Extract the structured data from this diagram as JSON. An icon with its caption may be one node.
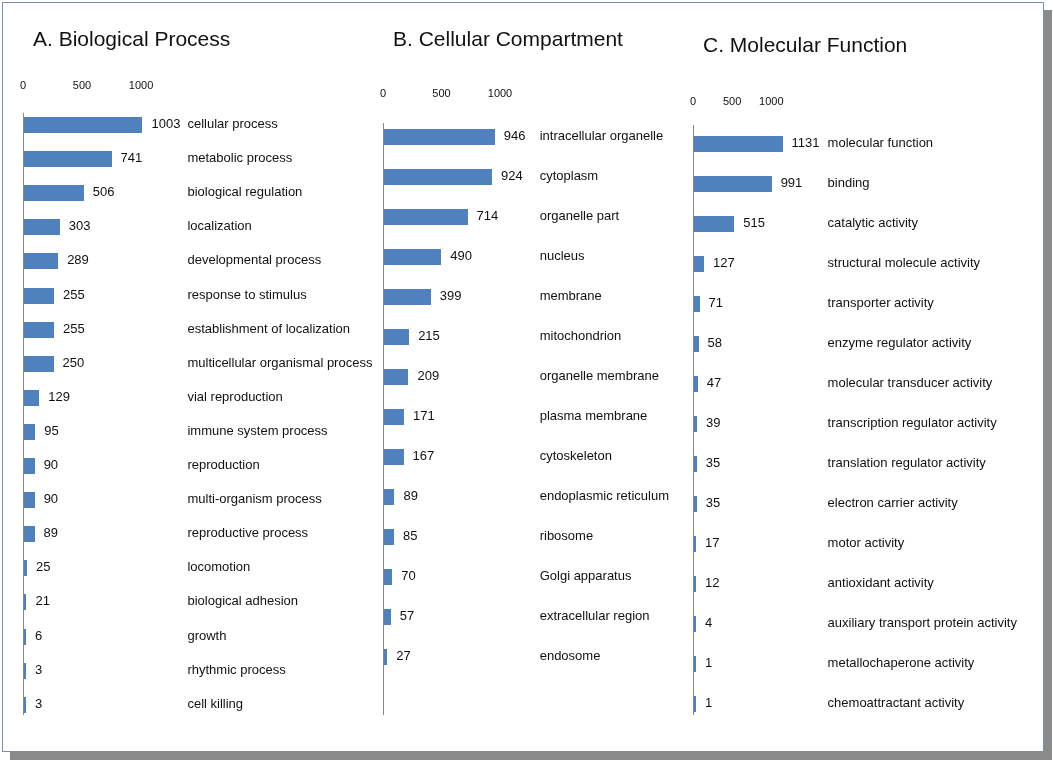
{
  "diagram": {
    "chart_data": [
      {
        "type": "bar",
        "orientation": "horizontal",
        "title": "A. Biological Process",
        "xlim": [
          0,
          1050
        ],
        "xticks": [
          0,
          500,
          1000
        ],
        "data_labels": true,
        "categories": [
          "cellular process",
          "metabolic process",
          "biological regulation",
          "localization",
          "developmental process",
          "response to stimulus",
          "establishment of localization",
          "multicellular organismal process",
          "vial reproduction",
          "immune system process",
          "reproduction",
          "multi-organism process",
          "reproductive process",
          "locomotion",
          "biological adhesion",
          "growth",
          "rhythmic process",
          "cell killing"
        ],
        "series": [
          {
            "color": "#4f81bd",
            "values": [
              1003,
              741,
              506,
              303,
              289,
              255,
              255,
              250,
              129,
              95,
              90,
              90,
              89,
              25,
              21,
              6,
              3,
              3
            ]
          }
        ]
      },
      {
        "type": "bar",
        "orientation": "horizontal",
        "title": "B. Cellular Compartment",
        "xlim": [
          0,
          1000
        ],
        "xticks": [
          0,
          500,
          1000
        ],
        "data_labels": true,
        "categories": [
          "intracellular organelle",
          "cytoplasm",
          "organelle part",
          "nucleus",
          "membrane",
          "mitochondrion",
          "organelle membrane",
          "plasma membrane",
          "cytoskeleton",
          "endoplasmic reticulum",
          "ribosome",
          "Golgi apparatus",
          "extracellular region",
          "endosome"
        ],
        "series": [
          {
            "color": "#4f81bd",
            "values": [
              946,
              924,
              714,
              490,
              399,
              215,
              209,
              171,
              167,
              89,
              85,
              70,
              57,
              27
            ]
          }
        ]
      },
      {
        "type": "bar",
        "orientation": "horizontal",
        "title": "C. Molecular Function",
        "xlim": [
          0,
          1200
        ],
        "xticks": [
          0,
          500,
          1000
        ],
        "data_labels": true,
        "categories": [
          "molecular function",
          "binding",
          "catalytic activity",
          "structural molecule activity",
          "transporter activity",
          "enzyme regulator activity",
          "molecular transducer activity",
          "transcription regulator activity",
          "translation regulator activity",
          "electron carrier activity",
          "motor activity",
          "antioxidant activity",
          "auxiliary transport protein activity",
          "metallochaperone activity",
          "chemoattractant activity"
        ],
        "series": [
          {
            "color": "#4f81bd",
            "values": [
              1131,
              991,
              515,
              127,
              71,
              58,
              47,
              39,
              35,
              35,
              17,
              12,
              4,
              1,
              1
            ]
          }
        ]
      }
    ]
  }
}
